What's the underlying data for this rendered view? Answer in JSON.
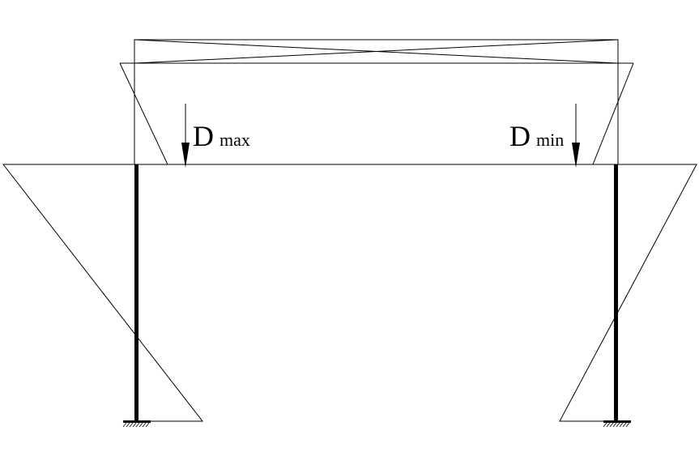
{
  "loads": {
    "left": {
      "symbol": "D",
      "subscript": "max"
    },
    "right": {
      "symbol": "D",
      "subscript": "min"
    }
  },
  "colors": {
    "line": "#000000",
    "background": "#ffffff"
  }
}
